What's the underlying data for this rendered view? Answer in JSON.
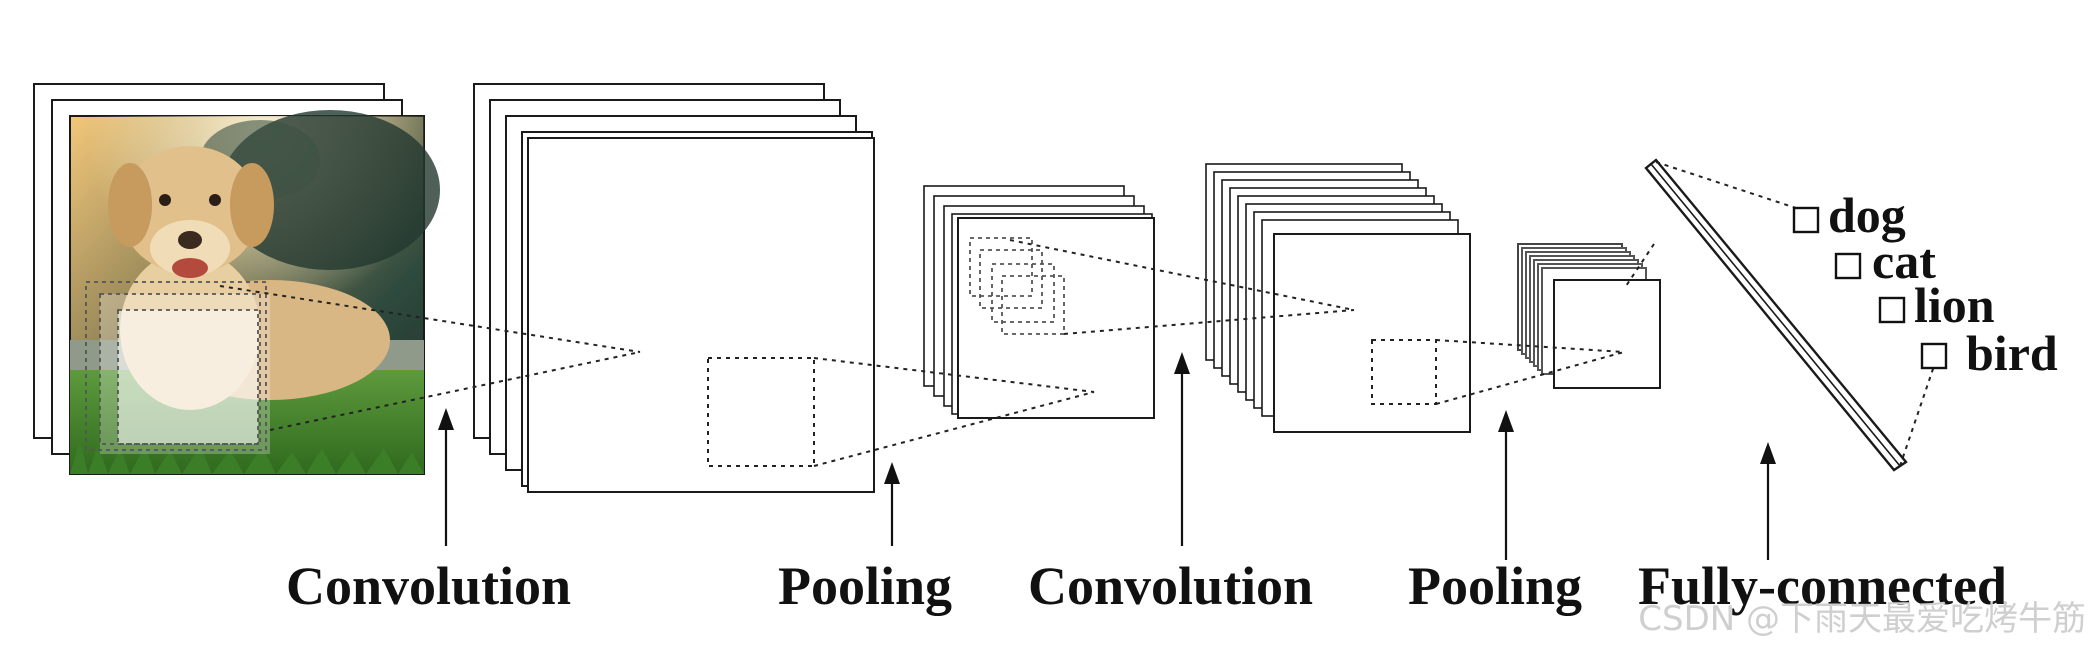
{
  "diagram": {
    "stages": [
      {
        "label": "Convolution"
      },
      {
        "label": "Pooling"
      },
      {
        "label": "Convolution"
      },
      {
        "label": "Pooling"
      },
      {
        "label": "Fully-connected"
      }
    ],
    "classes": [
      {
        "label": "dog"
      },
      {
        "label": "cat"
      },
      {
        "label": "lion"
      },
      {
        "label": "bird"
      }
    ],
    "input_image": {
      "subject": "dog-photo"
    }
  },
  "watermark": {
    "text": "CSDN @下雨天最爱吃烤牛筋"
  },
  "colors": {
    "stroke": "#1a1a1a",
    "background": "#ffffff",
    "watermark": "#cfcfcf"
  }
}
